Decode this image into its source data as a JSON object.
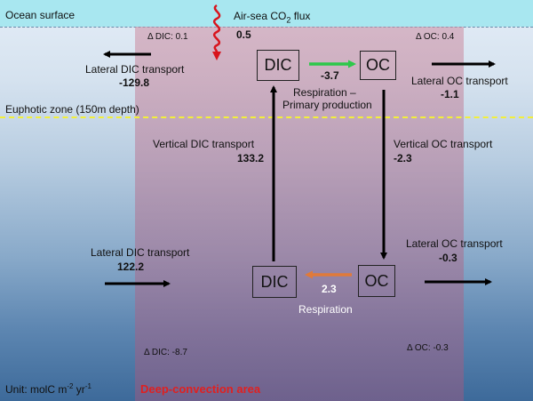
{
  "surface": {
    "label": "Ocean surface"
  },
  "euphotic": {
    "label": "Euphotic zone (150m depth)"
  },
  "air_sea": {
    "label_pre": "Air-sea CO",
    "label_sub": "2",
    "label_post": " flux",
    "value": "0.5"
  },
  "upper": {
    "delta_dic": "Δ DIC: 0.1",
    "delta_oc": "Δ OC: 0.4",
    "lateral_dic_label": "Lateral DIC transport",
    "lateral_dic_value": "-129.8",
    "lateral_oc_label": "Lateral OC transport",
    "lateral_oc_value": "-1.1",
    "dic_box": "DIC",
    "oc_box": "OC",
    "conversion_value": "-3.7",
    "conversion_label_1": "Respiration –",
    "conversion_label_2": "Primary production"
  },
  "vertical": {
    "dic_label": "Vertical DIC transport",
    "dic_value": "133.2",
    "oc_label": "Vertical OC transport",
    "oc_value": "-2.3"
  },
  "deep": {
    "lateral_dic_label": "Lateral DIC transport",
    "lateral_dic_value": "122.2",
    "lateral_oc_label": "Lateral OC transport",
    "lateral_oc_value": "-0.3",
    "dic_box": "DIC",
    "oc_box": "OC",
    "respiration_value": "2.3",
    "respiration_label": "Respiration",
    "delta_dic": "Δ DIC: -8.7",
    "delta_oc": "Δ OC: -0.3"
  },
  "unit": {
    "pre": "Unit: molC m",
    "sup1": "-2",
    "mid": " yr",
    "sup2": "-1"
  },
  "area_label": "Deep-convection area",
  "colors": {
    "green_arrow": "#2ec84a",
    "orange_arrow": "#e07a3a",
    "red_wave": "#d8141c",
    "area_label": "#e02020"
  }
}
